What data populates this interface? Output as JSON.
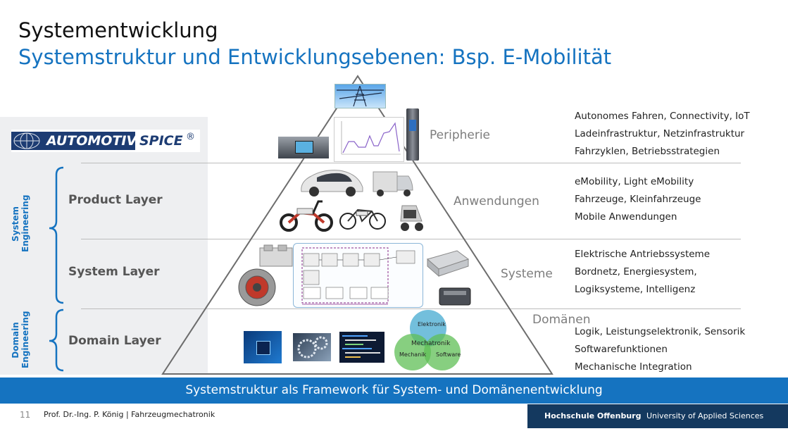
{
  "header": {
    "title": "Systementwicklung",
    "subtitle": "Systemstruktur und Entwicklungsebenen: Bsp. E-Mobilität"
  },
  "logo": {
    "part1": "AUTOMOTIVE",
    "part2": "SPICE",
    "reg": "®"
  },
  "side_labels": {
    "system": [
      "System",
      "Engineering"
    ],
    "domain": [
      "Domain",
      "Engineering"
    ]
  },
  "layers": [
    {
      "id": "product",
      "label": "Product Layer"
    },
    {
      "id": "system",
      "label": "System Layer"
    },
    {
      "id": "domain",
      "label": "Domain Layer"
    }
  ],
  "pyramid_levels": [
    "Peripherie",
    "Anwendungen",
    "Systeme",
    "Domänen"
  ],
  "descriptions": {
    "peripherie": [
      "Autonomes Fahren, Connectivity, IoT",
      "Ladeinfrastruktur, Netzinfrastruktur",
      "Fahrzyklen, Betriebsstrategien"
    ],
    "anwendungen": [
      "eMobility, Light eMobility",
      "Fahrzeuge, Kleinfahrzeuge",
      "Mobile Anwendungen"
    ],
    "systeme": [
      "Elektrische Antriebssysteme",
      "Bordnetz, Energiesystem,",
      "Logiksysteme, Intelligenz"
    ],
    "domaenen": [
      "Logik, Leistungselektronik, Sensorik",
      "Softwarefunktionen",
      "Mechanische Integration"
    ]
  },
  "venn": [
    "Elektronik",
    "Mechatronik",
    "Mechanik",
    "Software"
  ],
  "banner": "Systemstruktur als Framework für System- und Domänenentwicklung",
  "footer": {
    "page": "11",
    "author": "Prof. Dr.-Ing. P. König | Fahrzeugmechatronik",
    "uni_bold": "Hochschule Offenburg",
    "uni_rest": "University of Applied Sciences"
  },
  "colors": {
    "accent": "#1573c0",
    "footer_dark": "#14395f",
    "venn_blue": "#5ab4d6",
    "venn_green": "#5fbf55"
  }
}
